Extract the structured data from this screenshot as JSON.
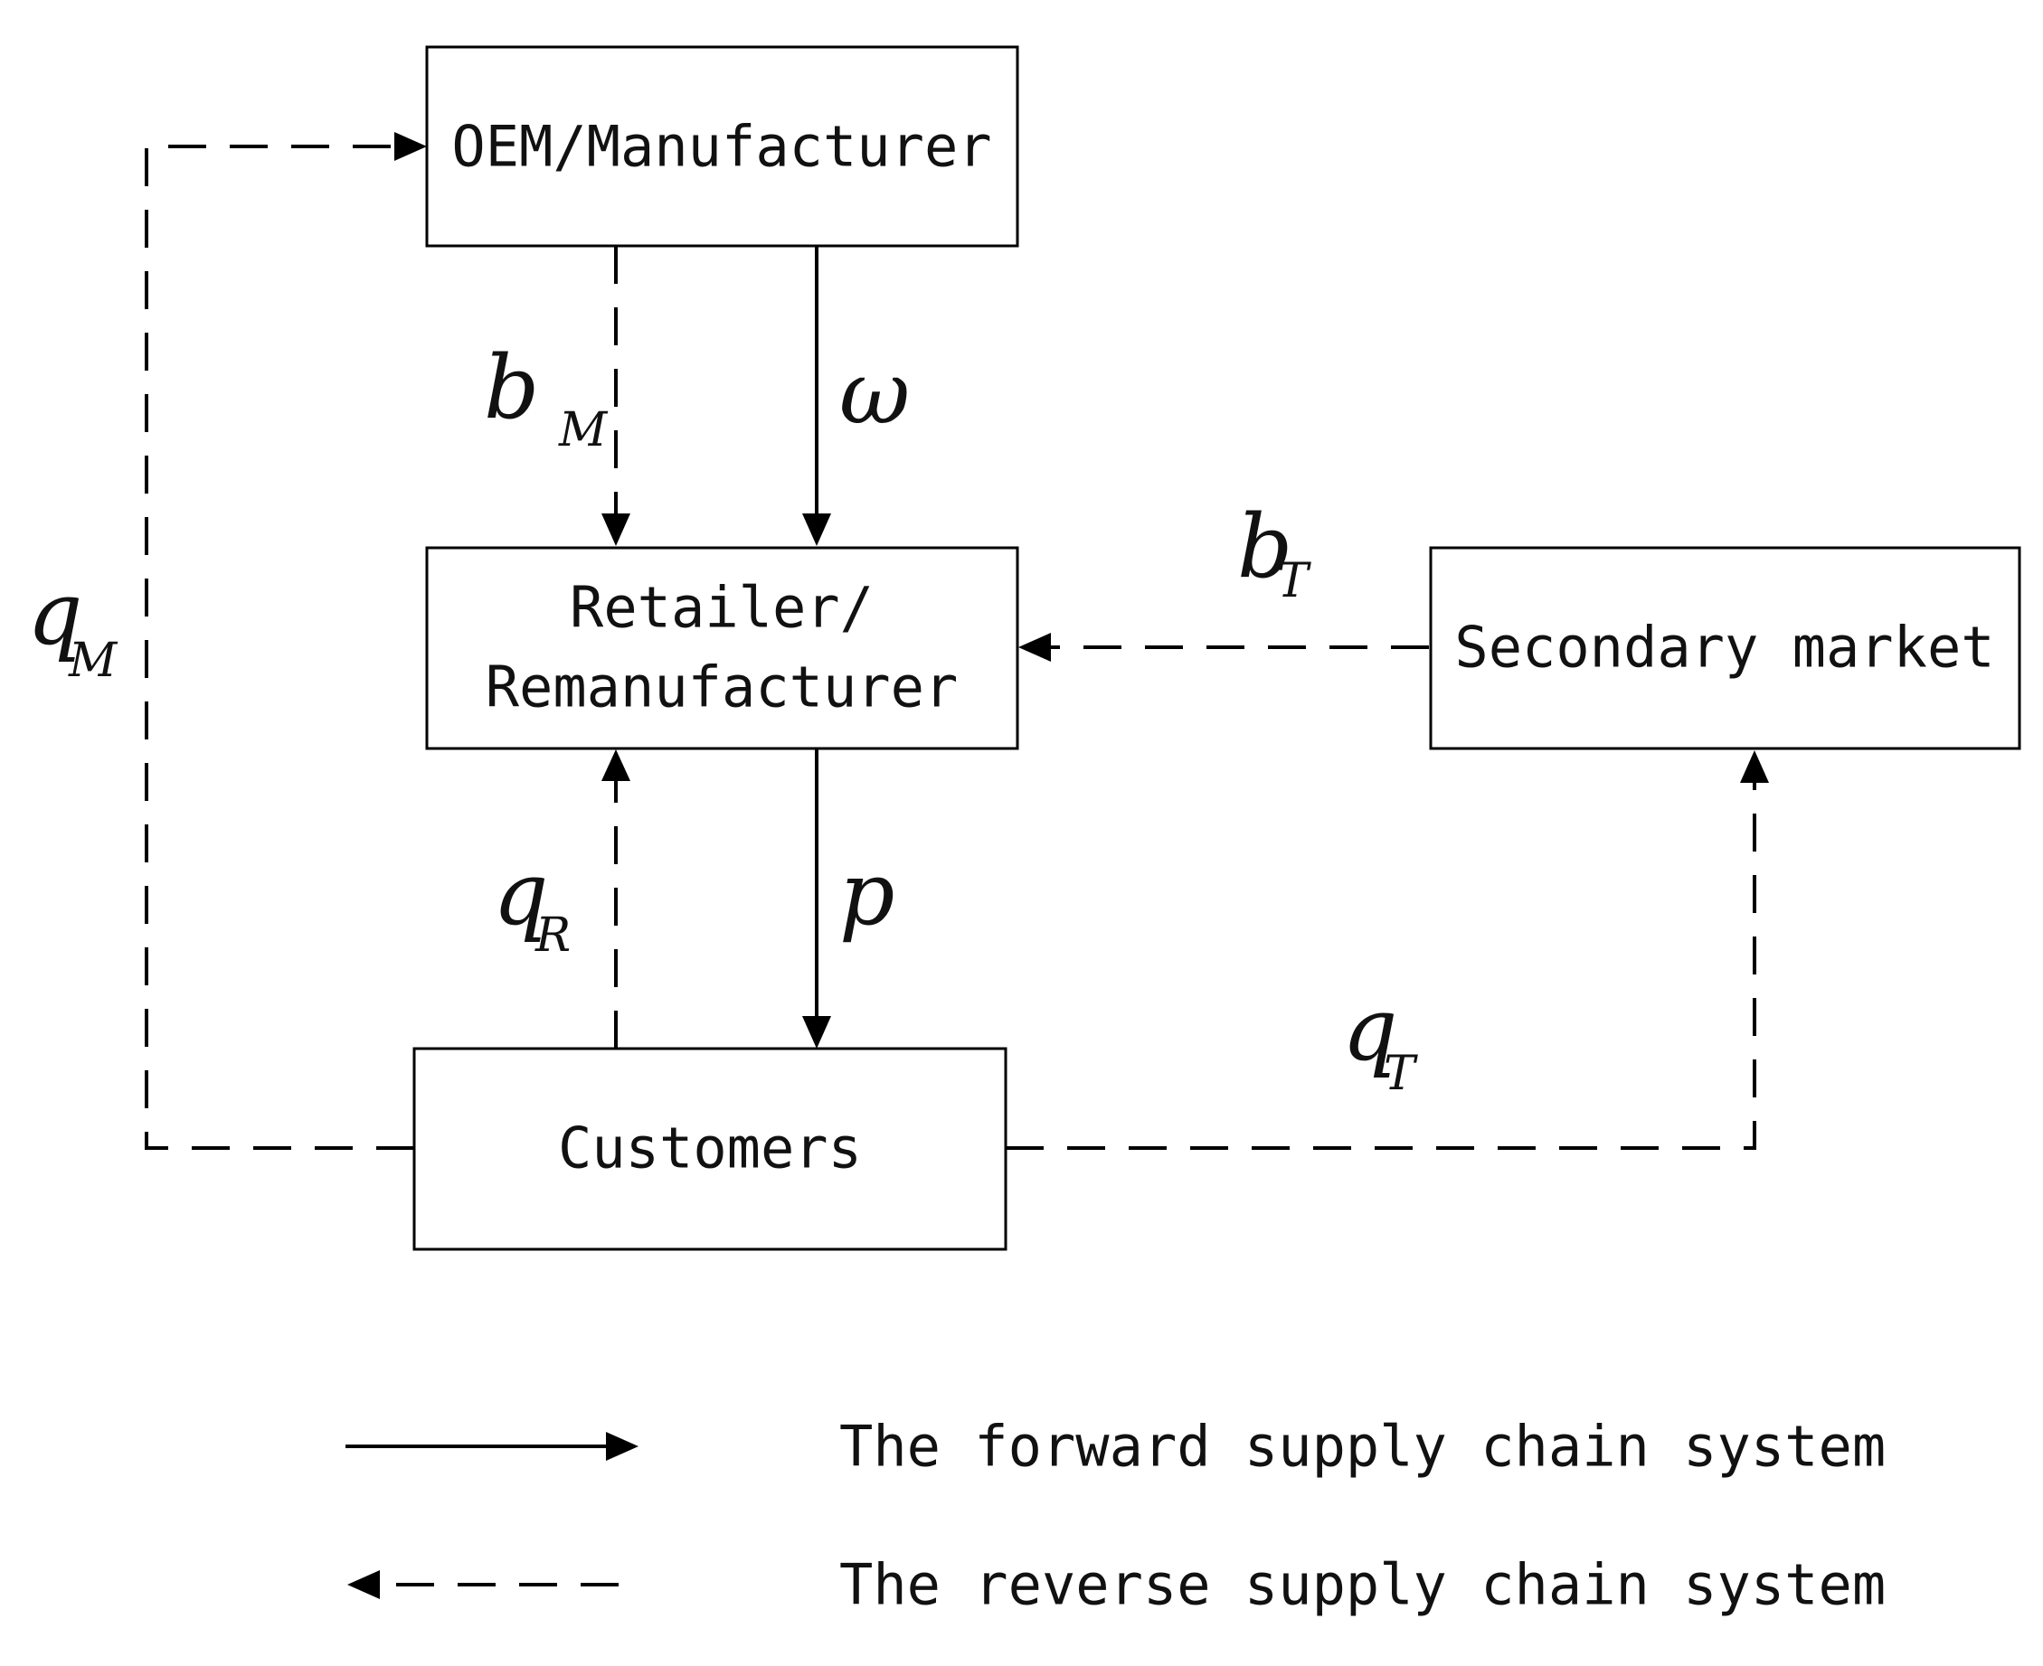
{
  "nodes": {
    "oem": "OEM/Manufacturer",
    "retailer_line1": "Retailer/",
    "retailer_line2": "Remanufacturer",
    "secondary": "Secondary market",
    "customers": "Customers"
  },
  "flow_labels": {
    "bM": {
      "sym": "b",
      "sub": "M"
    },
    "omega": {
      "sym": "ω"
    },
    "bT": {
      "sym": "b",
      "sub": "T"
    },
    "qM": {
      "sym": "q",
      "sub": "M"
    },
    "qR": {
      "sym": "q",
      "sub": "R"
    },
    "p": {
      "sym": "p"
    },
    "qT": {
      "sym": "q",
      "sub": "T"
    }
  },
  "legend": {
    "forward": "The forward supply chain system",
    "reverse": "The reverse supply chain system"
  }
}
